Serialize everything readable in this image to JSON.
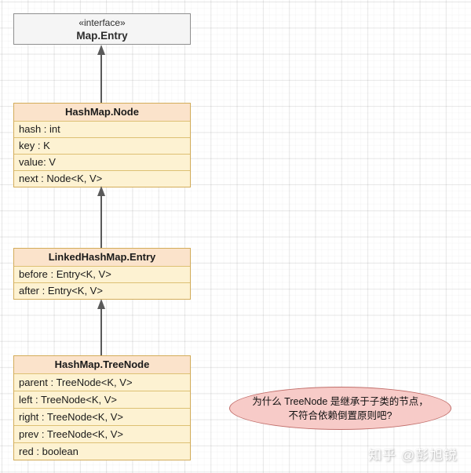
{
  "diagram": {
    "interface": {
      "stereotype": "«interface»",
      "name": "Map.Entry"
    },
    "classes": [
      {
        "name": "HashMap.Node",
        "fields": [
          "hash : int",
          "key : K",
          "value: V",
          "next : Node<K, V>"
        ]
      },
      {
        "name": "LinkedHashMap.Entry",
        "fields": [
          "before : Entry<K, V>",
          "after : Entry<K, V>"
        ]
      },
      {
        "name": "HashMap.TreeNode",
        "fields": [
          "parent : TreeNode<K, V>",
          "left : TreeNode<K, V>",
          "right : TreeNode<K, V>",
          "prev : TreeNode<K, V>",
          "red : boolean"
        ]
      }
    ],
    "relations": [
      {
        "from": "HashMap.Node",
        "to": "Map.Entry",
        "type": "inheritance"
      },
      {
        "from": "LinkedHashMap.Entry",
        "to": "HashMap.Node",
        "type": "inheritance"
      },
      {
        "from": "HashMap.TreeNode",
        "to": "LinkedHashMap.Entry",
        "type": "inheritance"
      }
    ],
    "note": {
      "line1": "为什么 TreeNode 是继承于子类的节点，",
      "line2": "不符合依赖倒置原则吧?"
    },
    "watermark": "知乎 @彭旭锐"
  },
  "colors": {
    "interface_fill": "#f5f5f5",
    "interface_border": "#8f8f8f",
    "class_header_fill": "#fbe3cb",
    "class_body_fill": "#fdf2d2",
    "class_border": "#d3ac59",
    "class_divider": "#ddc073",
    "note_fill": "#f7cbc8",
    "note_border": "#c26f6b",
    "arrow_color": "#5a5a5a"
  }
}
